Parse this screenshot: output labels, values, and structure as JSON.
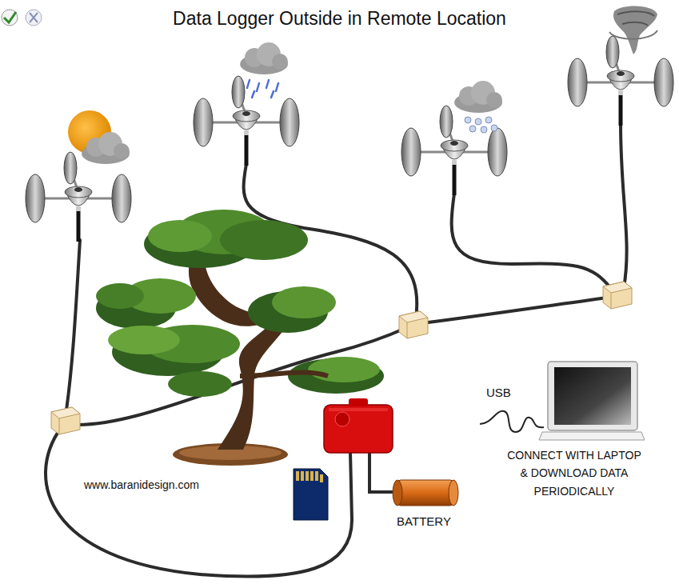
{
  "diagram": {
    "title": "Data Logger Outside in Remote Location",
    "nodes": [
      {
        "text": [
          "BATTERY"
        ]
      },
      {
        "text": [
          "CONNECT WITH LAPTOP & DOWNLOAD DATA PERIODICALLY"
        ]
      }
    ],
    "labels": [
      "USB",
      "www.baranidesign.com"
    ]
  }
}
